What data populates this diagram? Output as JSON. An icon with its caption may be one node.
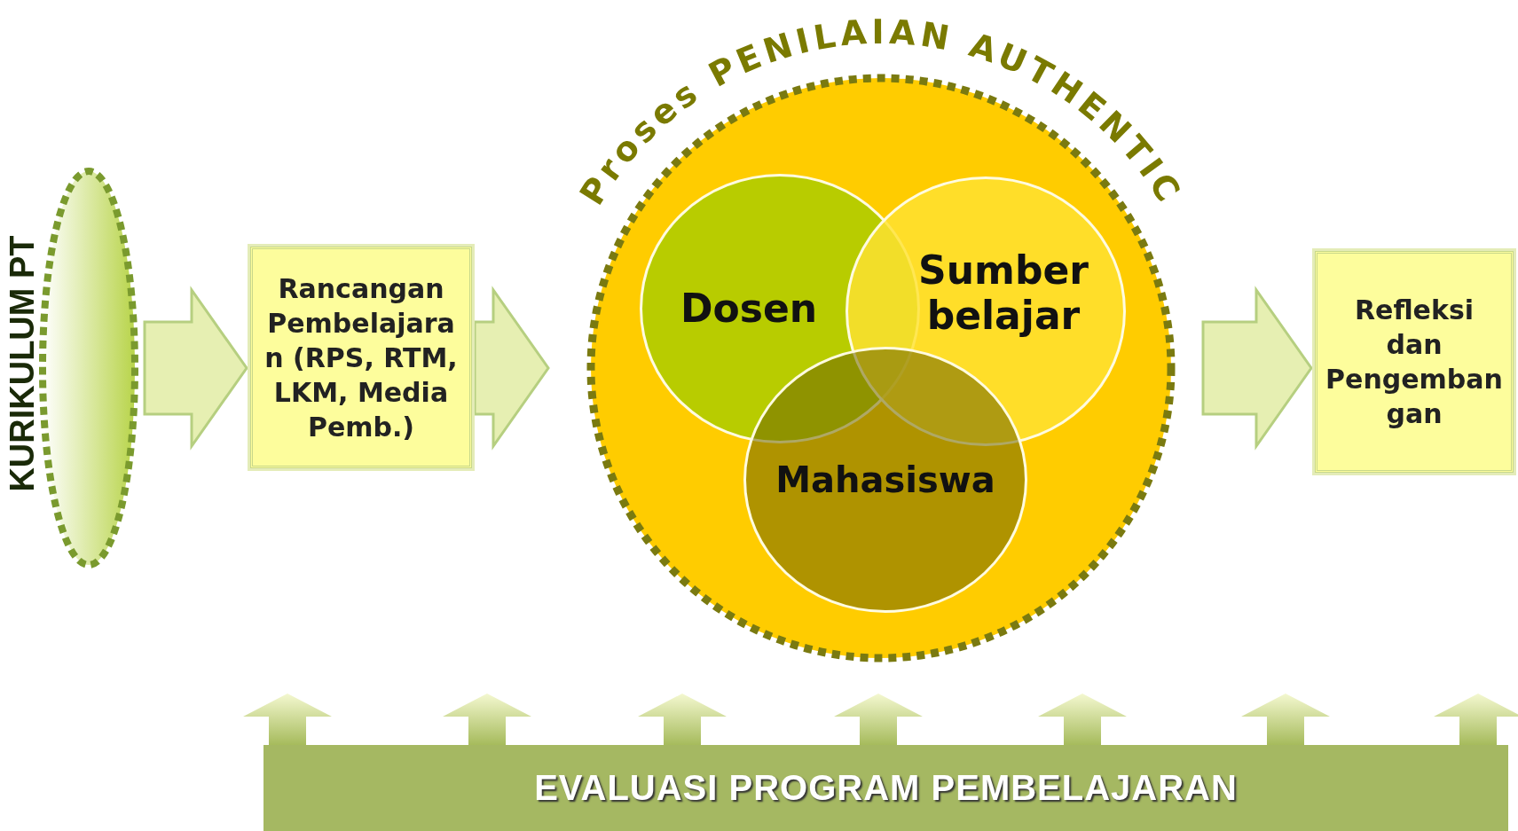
{
  "diagram": {
    "nodes": [
      {
        "text": [
          "KURIKULUM PT"
        ]
      },
      {
        "text": [
          "Rancangan Pembelajaran (RPS, RTM, LKM, Media Pemb.)"
        ]
      },
      {
        "text": [
          "Proses PENILAIAN AUTHENTIC"
        ]
      },
      {
        "text": [
          "Dosen"
        ],
        "in": 2
      },
      {
        "text": [
          "Sumber belajar"
        ],
        "in": 2
      },
      {
        "text": [
          "Mahasiswa"
        ],
        "in": 2
      },
      {
        "text": [
          "Refleksi dan Pengembangan"
        ]
      },
      {
        "text": [
          "EVALUASI PROGRAM PEMBELAJARAN"
        ]
      }
    ],
    "edges": [
      {
        "from": 0,
        "to": 1,
        "arrow": "to"
      },
      {
        "from": 1,
        "to": 2,
        "arrow": "to"
      },
      {
        "from": 2,
        "to": 6,
        "arrow": "to"
      },
      {
        "from": 7,
        "to": null,
        "arrow": "to"
      },
      {
        "from": 7,
        "to": null,
        "arrow": "to"
      },
      {
        "from": 7,
        "to": null,
        "arrow": "to"
      },
      {
        "from": 7,
        "to": null,
        "arrow": "to"
      },
      {
        "from": 7,
        "to": null,
        "arrow": "to"
      },
      {
        "from": 7,
        "to": null,
        "arrow": "to"
      },
      {
        "from": 7,
        "to": null,
        "arrow": "to"
      }
    ]
  }
}
